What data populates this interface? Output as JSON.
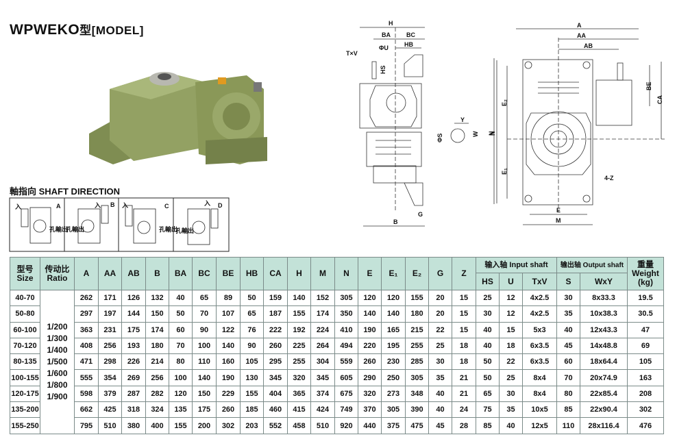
{
  "title": {
    "model": "WPWEKO",
    "suffix": "型[MODEL]"
  },
  "shaft_direction": {
    "title": "軸指向  SHAFT DIRECTION",
    "panels": [
      {
        "label": "A",
        "input_mark": "入",
        "output_mark": "孔輸出"
      },
      {
        "label": "B",
        "input_mark": "入",
        "output_mark": "孔輸出"
      },
      {
        "label": "C",
        "input_mark": "入",
        "output_mark": "孔輸出"
      },
      {
        "label": "D",
        "input_mark": "入",
        "output_mark": "孔輸出"
      }
    ]
  },
  "side_view": {
    "H": "H",
    "BA": "BA",
    "BC": "BC",
    "U": "ΦU",
    "HB": "HB",
    "TxV": "T×V",
    "HS": "HS",
    "S": "ΦS",
    "Y": "Y",
    "W": "W",
    "N": "N",
    "G": "G",
    "B": "B"
  },
  "front_view": {
    "A": "A",
    "AA": "AA",
    "AB": "AB",
    "BE": "BE",
    "CA": "CA",
    "E2": "E₂",
    "N": "N",
    "E1": "E₁",
    "Z": "4-Z",
    "E": "E",
    "M": "M"
  },
  "table": {
    "headers": {
      "size": [
        "型号",
        "Size"
      ],
      "ratio": [
        "传动比",
        "Ratio"
      ],
      "dims": [
        "A",
        "AA",
        "AB",
        "B",
        "BA",
        "BC",
        "BE",
        "HB",
        "CA",
        "H",
        "M",
        "N",
        "E",
        "E₁",
        "E₂",
        "G",
        "Z"
      ],
      "input_shaft": "输入轴 Input shaft",
      "output_shaft": "输出轴 Output shaft",
      "input_sub": [
        "HS",
        "U",
        "TxV"
      ],
      "output_sub": [
        "S",
        "WxY"
      ],
      "weight": [
        "重量",
        "Weight",
        "(kg)"
      ]
    },
    "ratios": [
      "1/200",
      "1/300",
      "1/400",
      "1/500",
      "1/600",
      "1/800",
      "1/900"
    ],
    "rows": [
      [
        "40-70",
        "262",
        "171",
        "126",
        "132",
        "40",
        "65",
        "89",
        "50",
        "159",
        "140",
        "152",
        "305",
        "120",
        "120",
        "155",
        "20",
        "15",
        "25",
        "12",
        "4x2.5",
        "30",
        "8x33.3",
        "19.5"
      ],
      [
        "50-80",
        "297",
        "197",
        "144",
        "150",
        "50",
        "70",
        "107",
        "65",
        "187",
        "155",
        "174",
        "350",
        "140",
        "140",
        "180",
        "20",
        "15",
        "30",
        "12",
        "4x2.5",
        "35",
        "10x38.3",
        "30.5"
      ],
      [
        "60-100",
        "363",
        "231",
        "175",
        "174",
        "60",
        "90",
        "122",
        "76",
        "222",
        "192",
        "224",
        "410",
        "190",
        "165",
        "215",
        "22",
        "15",
        "40",
        "15",
        "5x3",
        "40",
        "12x43.3",
        "47"
      ],
      [
        "70-120",
        "408",
        "256",
        "193",
        "180",
        "70",
        "100",
        "140",
        "90",
        "260",
        "225",
        "264",
        "494",
        "220",
        "195",
        "255",
        "25",
        "18",
        "40",
        "18",
        "6x3.5",
        "45",
        "14x48.8",
        "69"
      ],
      [
        "80-135",
        "471",
        "298",
        "226",
        "214",
        "80",
        "110",
        "160",
        "105",
        "295",
        "255",
        "304",
        "559",
        "260",
        "230",
        "285",
        "30",
        "18",
        "50",
        "22",
        "6x3.5",
        "60",
        "18x64.4",
        "105"
      ],
      [
        "100-155",
        "555",
        "354",
        "269",
        "256",
        "100",
        "140",
        "190",
        "130",
        "345",
        "320",
        "345",
        "605",
        "290",
        "250",
        "305",
        "35",
        "21",
        "50",
        "25",
        "8x4",
        "70",
        "20x74.9",
        "163"
      ],
      [
        "120-175",
        "598",
        "379",
        "287",
        "282",
        "120",
        "150",
        "229",
        "155",
        "404",
        "365",
        "374",
        "675",
        "320",
        "273",
        "348",
        "40",
        "21",
        "65",
        "30",
        "8x4",
        "80",
        "22x85.4",
        "208"
      ],
      [
        "135-200",
        "662",
        "425",
        "318",
        "324",
        "135",
        "175",
        "260",
        "185",
        "460",
        "415",
        "424",
        "749",
        "370",
        "305",
        "390",
        "40",
        "24",
        "75",
        "35",
        "10x5",
        "85",
        "22x90.4",
        "302"
      ],
      [
        "155-250",
        "795",
        "510",
        "380",
        "400",
        "155",
        "200",
        "302",
        "203",
        "552",
        "458",
        "510",
        "920",
        "440",
        "375",
        "475",
        "45",
        "28",
        "85",
        "40",
        "12x5",
        "110",
        "28x116.4",
        "476"
      ]
    ]
  },
  "colors": {
    "header_bg": "#c3e2d8",
    "gear_green": "#8c9a5c"
  }
}
